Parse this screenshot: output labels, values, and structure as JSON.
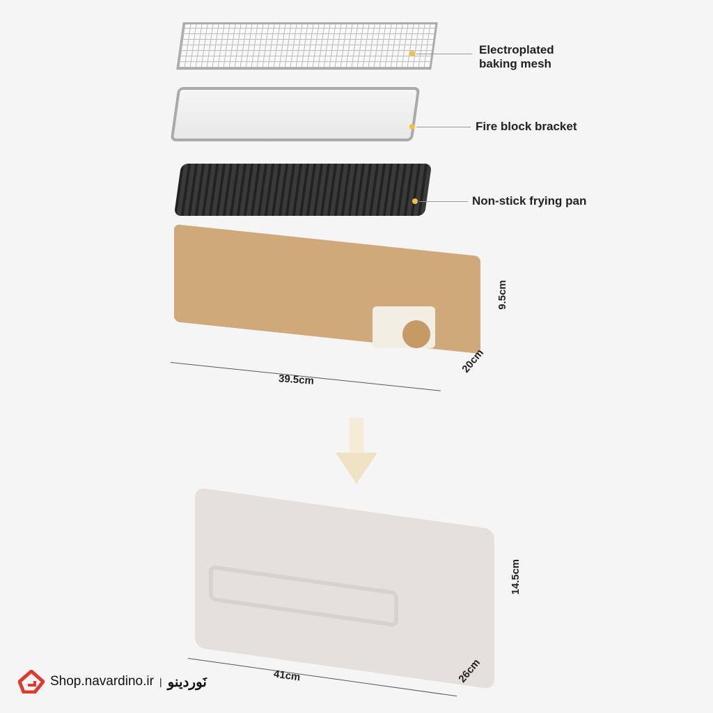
{
  "labels": {
    "mesh": "Electroplated baking mesh",
    "bracket": "Fire block bracket",
    "pan": "Non-stick frying pan"
  },
  "dimensions": {
    "stove_length": "39.5cm",
    "stove_depth": "20cm",
    "stove_height": "9.5cm",
    "case_length": "41cm",
    "case_depth": "26cm",
    "case_height": "14.5cm"
  },
  "brand": {
    "url": "Shop.navardino.ir",
    "separator": "|",
    "name_fa": "نَوردینو",
    "color": "#e03a2f"
  }
}
